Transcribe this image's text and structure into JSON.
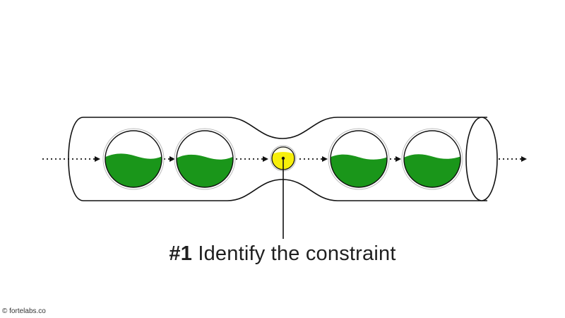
{
  "caption": {
    "number": "#1",
    "text": "Identify the constraint"
  },
  "credit": "© fortelabs.co",
  "colors": {
    "liquid": "#1a961a",
    "constraint": "#f7ef0a",
    "outline": "#111111"
  },
  "icons": {
    "flow_arrow": "dotted-arrow",
    "container": "bubble"
  }
}
